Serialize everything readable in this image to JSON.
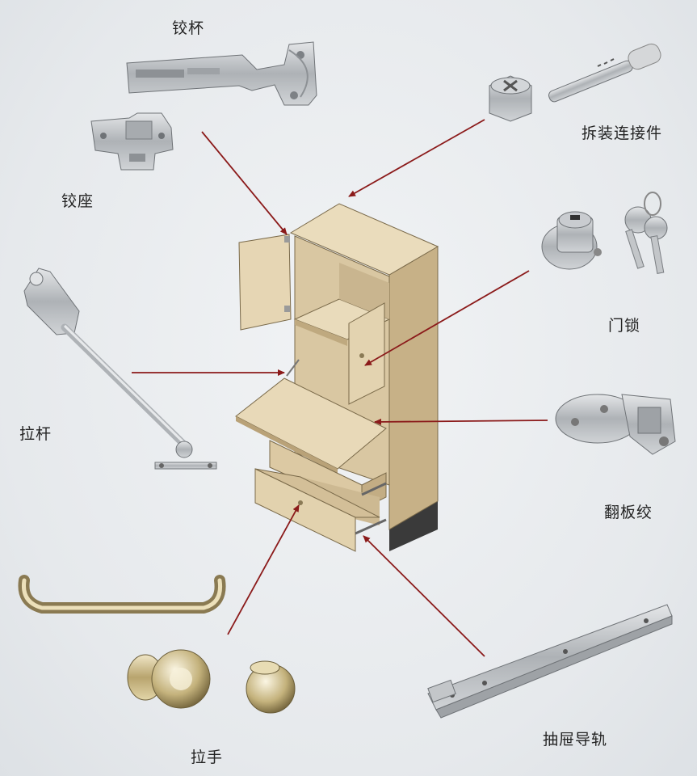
{
  "labels": {
    "hinge_cup": "铰杯",
    "hinge_base": "铰座",
    "knockdown_connector": "拆装连接件",
    "door_lock": "门锁",
    "stay_rod": "拉杆",
    "flap_hinge": "翻板绞",
    "handle": "拉手",
    "drawer_slide": "抽屉导轨"
  },
  "colors": {
    "arrow": "#8b1a1a",
    "cabinet_light": "#e8d9b8",
    "cabinet_mid": "#d6c49e",
    "cabinet_dark": "#bfa97f",
    "metal": "#b9bcbf",
    "brass": "#c9b98a",
    "plinth": "#3a3a3a"
  }
}
